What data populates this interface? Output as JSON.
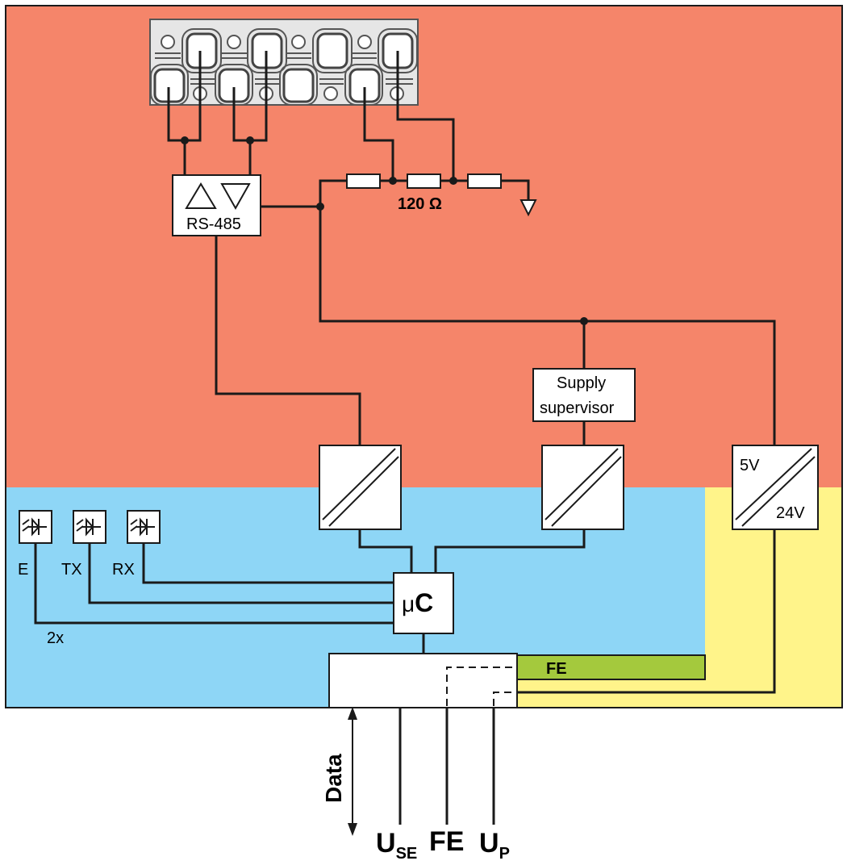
{
  "rs485": {
    "label": "RS-485"
  },
  "termination": {
    "label": "120 Ω"
  },
  "supervisor": {
    "line1": "Supply",
    "line2": "supervisor"
  },
  "converter": {
    "in_label": "5V",
    "out_label": "24V"
  },
  "leds": [
    {
      "label": "E"
    },
    {
      "label": "TX"
    },
    {
      "label": "RX"
    }
  ],
  "led_note": "2x",
  "micro": {
    "mu": "μ",
    "c": "C"
  },
  "fe_bar": {
    "label": "FE"
  },
  "data_label": "Data",
  "bottom": {
    "use_main": "U",
    "use_sub": "SE",
    "fe": "FE",
    "up_main": "U",
    "up_sub": "P"
  },
  "colors": {
    "red_zone": "#f5856a",
    "blue_zone": "#8ed6f6",
    "yellow_zone": "#fff48a",
    "green_bar": "#a4c93d",
    "connector": "#e6e6e6"
  }
}
